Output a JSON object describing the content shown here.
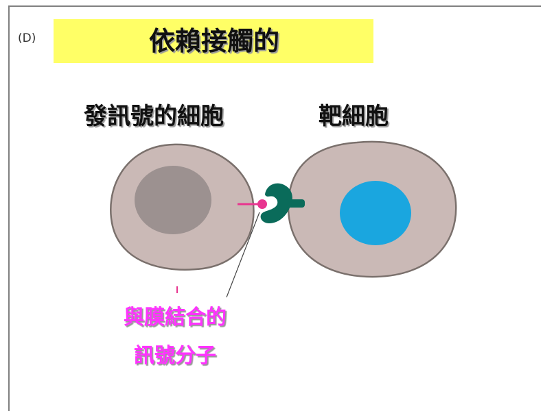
{
  "panel_label": "(D)",
  "title": "依賴接觸的",
  "signaling_cell_label": "發訊號的細胞",
  "target_cell_label": "靶細胞",
  "molecule_label": {
    "line1": "與膜結合的",
    "line2": "訊號分子"
  },
  "colors": {
    "title_highlight": "#ffff66",
    "cell_body": "#cab9b6",
    "cell_outline": "#7a706c",
    "signaling_nucleus": "#9c9190",
    "target_nucleus": "#1aa6df",
    "receptor": "#0a6b5a",
    "signal_molecule": "#e8358f",
    "label_magenta": "#ff33ff"
  },
  "icons": [
    "signaling-cell",
    "target-cell",
    "receptor-icon",
    "signal-molecule-icon"
  ]
}
